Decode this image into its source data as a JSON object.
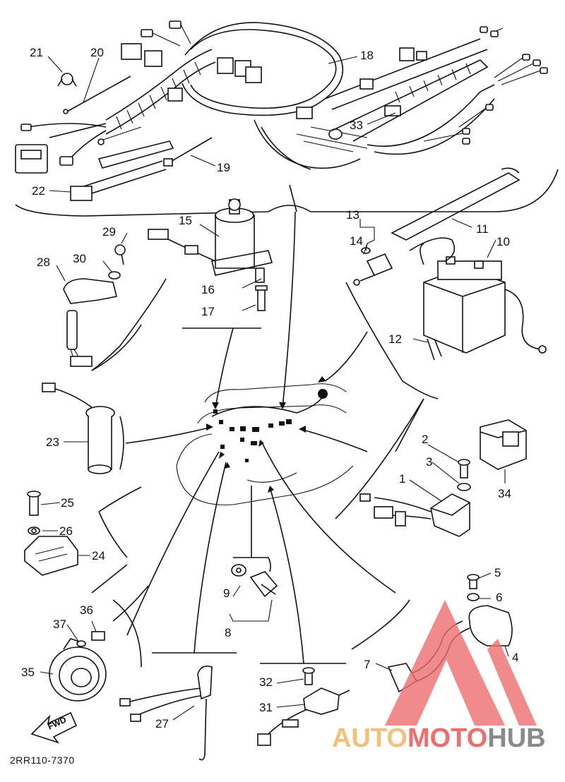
{
  "diagram": {
    "callouts": [
      {
        "id": "c1",
        "text": "1"
      },
      {
        "id": "c2",
        "text": "2"
      },
      {
        "id": "c3",
        "text": "3"
      },
      {
        "id": "c4",
        "text": "4"
      },
      {
        "id": "c5",
        "text": "5"
      },
      {
        "id": "c6",
        "text": "6"
      },
      {
        "id": "c7",
        "text": "7"
      },
      {
        "id": "c8",
        "text": "8"
      },
      {
        "id": "c9",
        "text": "9"
      },
      {
        "id": "c10",
        "text": "10"
      },
      {
        "id": "c11",
        "text": "11"
      },
      {
        "id": "c12",
        "text": "12"
      },
      {
        "id": "c13",
        "text": "13"
      },
      {
        "id": "c14",
        "text": "14"
      },
      {
        "id": "c15",
        "text": "15"
      },
      {
        "id": "c16",
        "text": "16"
      },
      {
        "id": "c17",
        "text": "17"
      },
      {
        "id": "c18",
        "text": "18"
      },
      {
        "id": "c19",
        "text": "19"
      },
      {
        "id": "c20",
        "text": "20"
      },
      {
        "id": "c21",
        "text": "21"
      },
      {
        "id": "c22",
        "text": "22"
      },
      {
        "id": "c23",
        "text": "23"
      },
      {
        "id": "c24",
        "text": "24"
      },
      {
        "id": "c25",
        "text": "25"
      },
      {
        "id": "c26",
        "text": "26"
      },
      {
        "id": "c27",
        "text": "27"
      },
      {
        "id": "c28",
        "text": "28"
      },
      {
        "id": "c29",
        "text": "29"
      },
      {
        "id": "c30",
        "text": "30"
      },
      {
        "id": "c31",
        "text": "31"
      },
      {
        "id": "c32",
        "text": "32"
      },
      {
        "id": "c33",
        "text": "33"
      },
      {
        "id": "c34",
        "text": "34"
      },
      {
        "id": "c35",
        "text": "35"
      },
      {
        "id": "c36",
        "text": "36"
      },
      {
        "id": "c37",
        "text": "37"
      }
    ],
    "fwd_label": "FWD",
    "drawing_code": "2RR110-7370"
  },
  "watermark": {
    "part1": "AUTO",
    "part2": "MOTO",
    "part3": "HUB",
    "color_auto": "#f3c07a",
    "color_moto": "#ee6e6e",
    "color_hub": "#8a8a8a"
  }
}
